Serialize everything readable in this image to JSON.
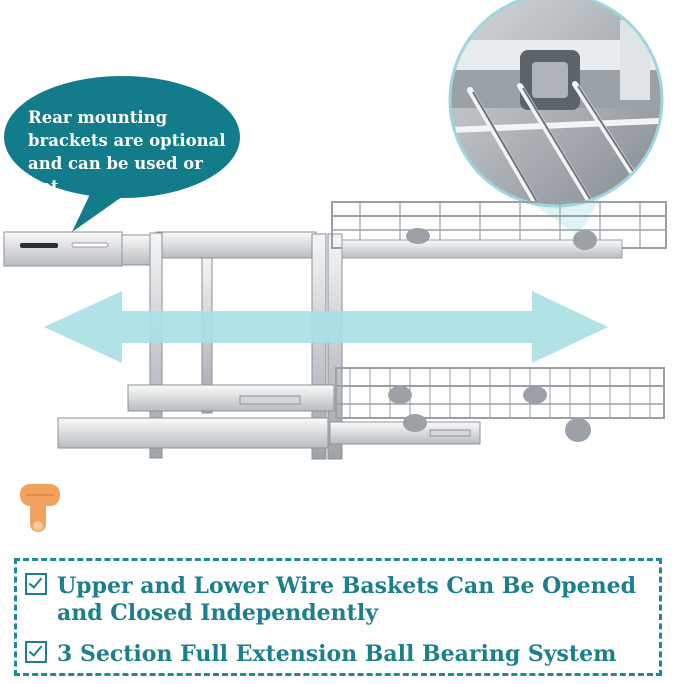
{
  "callout": {
    "text": "Rear mounting brackets are optional and can be used or not",
    "bg_color": "#137c8a"
  },
  "features": [
    {
      "checked": true,
      "text": "Upper and Lower Wire Baskets Can Be Opened and Closed Independently"
    },
    {
      "checked": true,
      "text": "3 Section Full Extension Ball Bearing System"
    }
  ],
  "colors": {
    "accent": "#1c7f8c",
    "arrow": "#a9dfe4",
    "chrome": "#c8ccd0"
  },
  "icons": {
    "pointer": "pointing-down-hand-icon",
    "check": "checkbox-checked-icon"
  }
}
